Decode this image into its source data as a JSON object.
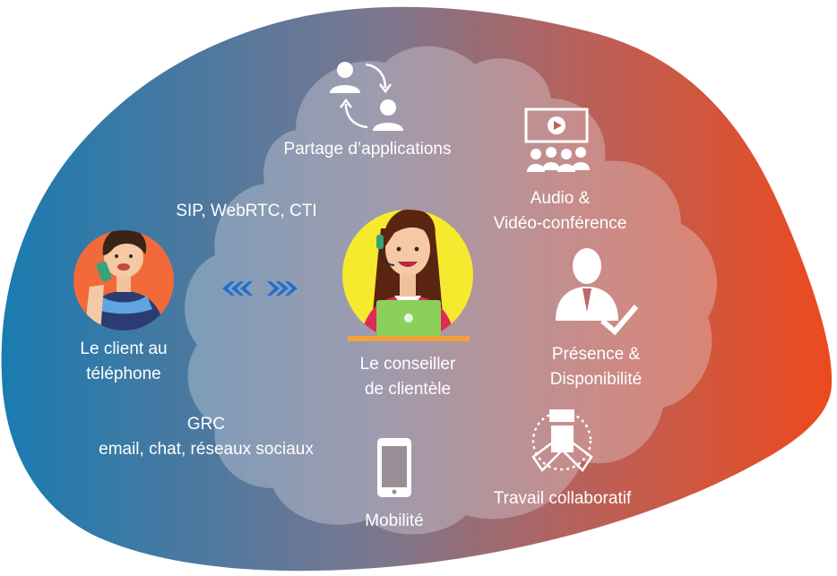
{
  "colors": {
    "gradient_left": "#1a7bb0",
    "gradient_mid": "#8a7b88",
    "gradient_right": "#e84b22",
    "cloud": "#c8c9d4",
    "label": "#ffffff",
    "client_circle": "#f26a3a",
    "agent_circle": "#f5ea2d",
    "arrows": "#1f6fd1"
  },
  "center": {
    "line1": "Le conseiller",
    "line2": "de clientèle",
    "icon": "agent-headset-avatar"
  },
  "client": {
    "line1": "Le client au",
    "line2": "téléphone",
    "icon": "client-phone-avatar"
  },
  "protocols": {
    "label": "SIP, WebRTC, CTI",
    "icon": "double-chevron-arrows"
  },
  "crm": {
    "line1": "GRC",
    "line2": "email, chat, réseaux sociaux"
  },
  "features": {
    "app_sharing": {
      "label": "Partage d’applications",
      "icon": "user-exchange-icon"
    },
    "conference": {
      "line1": "Audio &",
      "line2": "Vidéo-conférence",
      "icon": "video-audience-icon"
    },
    "presence": {
      "line1": "Présence &",
      "line2": "Disponibilité",
      "icon": "user-check-icon"
    },
    "collab": {
      "label": "Travail collaboratif",
      "icon": "stacked-hands-icon"
    },
    "mobility": {
      "label": "Mobilité",
      "icon": "smartphone-icon"
    }
  }
}
